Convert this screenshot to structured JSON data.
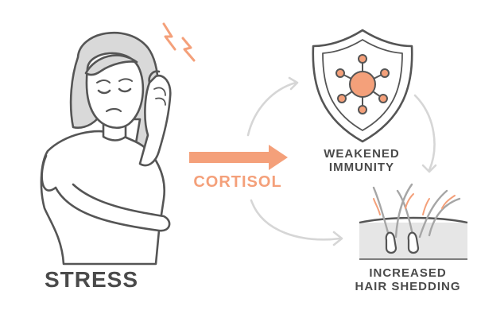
{
  "labels": {
    "stress": "STRESS",
    "cortisol": "CORTISOL",
    "immunity_line1": "WEAKENED",
    "immunity_line2": "IMMUNITY",
    "hair_line1": "INCREASED",
    "hair_line2": "HAIR SHEDDING"
  },
  "colors": {
    "accent": "#f4a07a",
    "ink": "#4a4a4a",
    "hair": "#a6a6a6",
    "skin_band": "#e6e6e6",
    "arrow_gray": "#d6d6d6"
  },
  "icons": {
    "person": "stressed-woman-icon",
    "lightning": "lightning-bolt-icon",
    "shield": "shield-virus-icon",
    "follicle": "hair-follicle-icon"
  }
}
